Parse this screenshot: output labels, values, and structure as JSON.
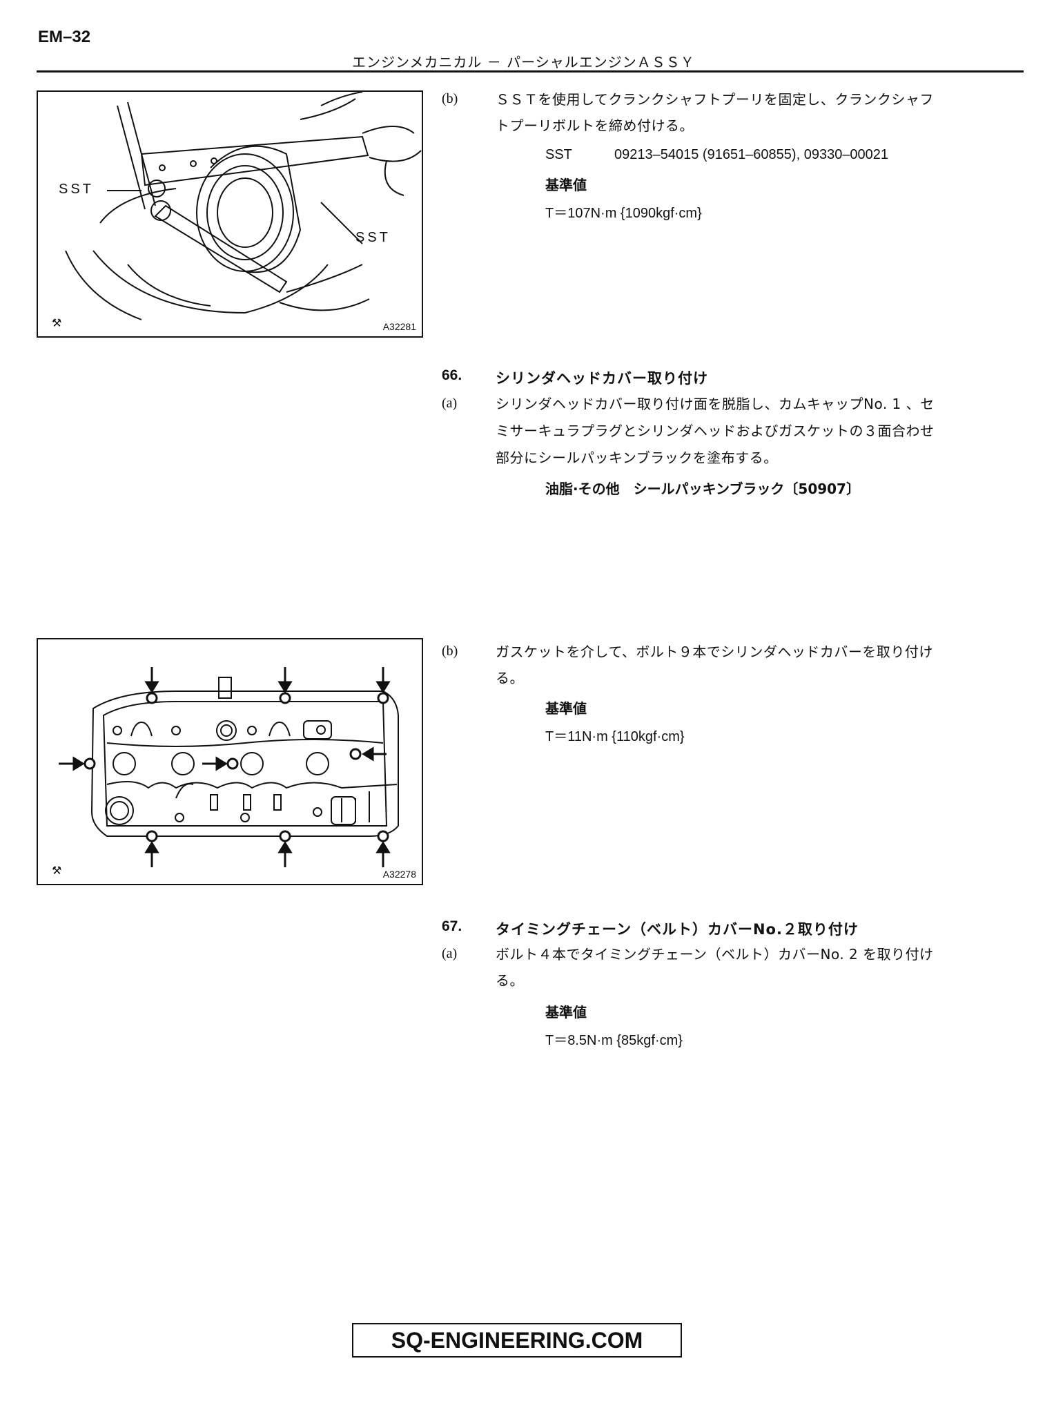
{
  "header": {
    "page_code": "EM–32",
    "section_title": "エンジンメカニカル － パーシャルエンジンＡＳＳＹ"
  },
  "figures": [
    {
      "label_left": "SST",
      "label_right": "SST",
      "figure_id": "A32281",
      "icon": "wrench-icon"
    },
    {
      "figure_id": "A32278",
      "icon": "wrench-icon"
    }
  ],
  "step_b1": {
    "mark": "(b)",
    "line1": "ＳＳＴを使用してクランクシャフトプーリを固定し、クランクシャフ",
    "line2": "トプーリボルトを締め付ける。",
    "sst_label": "SST",
    "sst_value": "09213–54015 (91651–60855), 09330–00021",
    "spec_label": "基準値",
    "torque": "T＝107N·m {1090kgf·cm}"
  },
  "section66": {
    "number": "66.",
    "title": "シリンダヘッドカバー取り付け",
    "step_a": {
      "mark": "(a)",
      "line1": "シリンダヘッドカバー取り付け面を脱脂し、カムキャップNo. 1 、セ",
      "line2": "ミサーキュラプラグとシリンダヘッドおよびガスケットの３面合わせ",
      "line3": "部分にシールパッキンブラックを塗布する。",
      "material": "油脂·その他　シールパッキンブラック〔50907〕"
    },
    "step_b": {
      "mark": "(b)",
      "line1": "ガスケットを介して、ボルト９本でシリンダヘッドカバーを取り付け",
      "line2": "る。",
      "spec_label": "基準値",
      "torque": "T＝11N·m {110kgf·cm}"
    }
  },
  "section67": {
    "number": "67.",
    "title": "タイミングチェーン（ベルト）カバーNo.２取り付け",
    "step_a": {
      "mark": "(a)",
      "line1": "ボルト４本でタイミングチェーン（ベルト）カバーNo. 2 を取り付け",
      "line2": "る。",
      "spec_label": "基準値",
      "torque": "T＝8.5N·m {85kgf·cm}"
    }
  },
  "footer": {
    "watermark": "SQ-ENGINEERING.COM"
  }
}
